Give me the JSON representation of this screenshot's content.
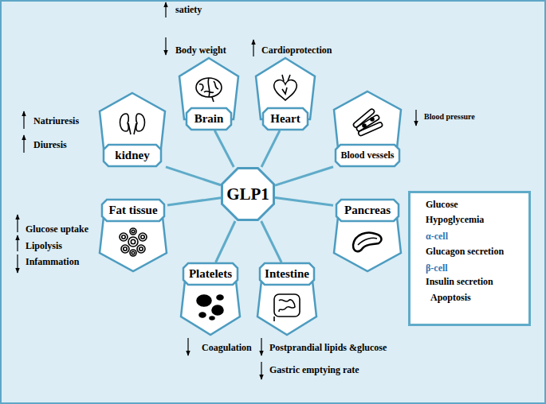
{
  "diagram": {
    "nodes": [
      {
        "text": [
          "Brain"
        ]
      },
      {
        "text": [
          "Heart"
        ]
      },
      {
        "text": [
          "kidney"
        ]
      },
      {
        "text": [
          "Blood vessels"
        ]
      },
      {
        "text": [
          "GLP1"
        ]
      },
      {
        "text": [
          "Fat tissue"
        ]
      },
      {
        "text": [
          "Pancreas"
        ]
      },
      {
        "text": [
          "Glucose",
          "Hypoglycemia",
          "α-cell",
          "Glucagon secretion",
          "β-cell",
          "Insulin secretion",
          "Apoptosis"
        ]
      },
      {
        "text": [
          "Platelets"
        ]
      },
      {
        "text": [
          "Intestine"
        ]
      }
    ],
    "edges": [
      {
        "from": 4,
        "to": 0,
        "arrow": "none"
      },
      {
        "from": 4,
        "to": 1,
        "arrow": "none"
      },
      {
        "from": 4,
        "to": 2,
        "arrow": "none"
      },
      {
        "from": 4,
        "to": 3,
        "arrow": "none"
      },
      {
        "from": 4,
        "to": 5,
        "arrow": "none"
      },
      {
        "from": 4,
        "to": 6,
        "arrow": "none"
      },
      {
        "from": 4,
        "to": 8,
        "arrow": "none"
      },
      {
        "from": 4,
        "to": 9,
        "arrow": "none"
      }
    ],
    "labels": [
      "satiety",
      "Body weight",
      "Cardioprotection",
      "Natriuresis",
      "Diuresis",
      "Blood pressure",
      "Glucose uptake",
      "Lipolysis",
      "Infammation",
      "Coagulation",
      "Postprandial lipids &glucose",
      "Gastric emptying rate"
    ]
  }
}
